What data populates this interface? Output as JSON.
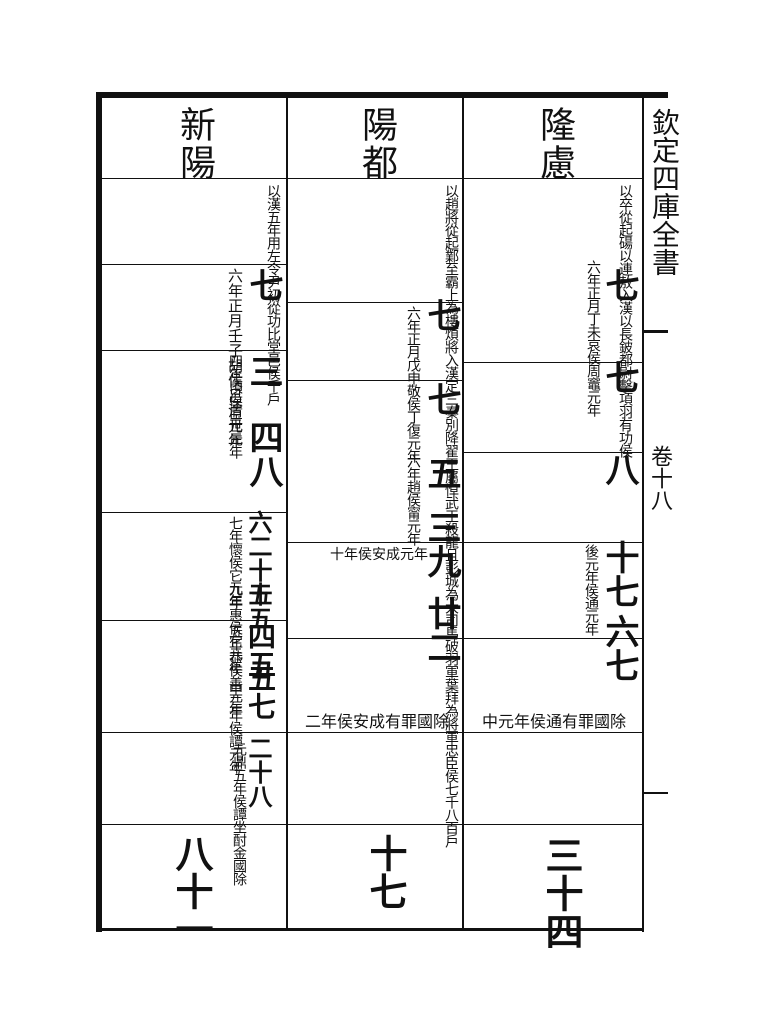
{
  "margin": {
    "book_title": "欽定四庫全書",
    "volume": "卷十八"
  },
  "columns": {
    "col1": {
      "title": "新陽",
      "r1": "以漢五年用左令尹初從功比堂邑侯千戶",
      "r2_num": "七",
      "r2_text": "六年正月壬子胡侯呂清元年",
      "r3_num": "三",
      "r3_text": "四年頃侯臣世元年",
      "r4_num": "四八",
      "r5_num": "六二十五",
      "r5_text": "七年懷侯它元年",
      "r6_num": "十五",
      "r6_text": "九年惠侯它元年",
      "r7_num": "四五",
      "r7_text": "五年恭侯善元年",
      "r8_num": "五七",
      "r8_text": "中三年侯譚元年",
      "r9_num": "二十八",
      "r9_text": "元鼎五年侯譚坐酎金國除",
      "r10": "八十一"
    },
    "col2": {
      "title": "陽都",
      "r1": "以趙將從起鄴至霸上為樓煩將入漢定三秦別降翟王屬悼武王殺龍且彭城為大司馬破羽軍葉拜為將軍忠臣侯七千八百戶",
      "r2_num": "七",
      "r2_text": "六年正月戊申敬侯丁復元年",
      "r3_num": "七",
      "r4_num": "五",
      "r4_text": "六年趙侯甯元年",
      "r5_num": "三九",
      "r5_text": "十年侯安成元年",
      "r6_num": "廿二",
      "r7_text": "二年侯安成有罪國除",
      "r10": "十七"
    },
    "col3": {
      "title": "隆慮",
      "r1": "以卒從起碭以連敖入漢以長鈹都尉擊項羽有功侯",
      "r2_num": "七",
      "r2_text": "六年正月丁未哀侯周竈元年",
      "r3_num": "七",
      "r4_num": "八",
      "r5_num": "十七",
      "r5_text": "後元年侯通元年",
      "r6_num": "六七",
      "r7_text": "中元年侯通有罪國除",
      "r10": "三十四"
    }
  }
}
